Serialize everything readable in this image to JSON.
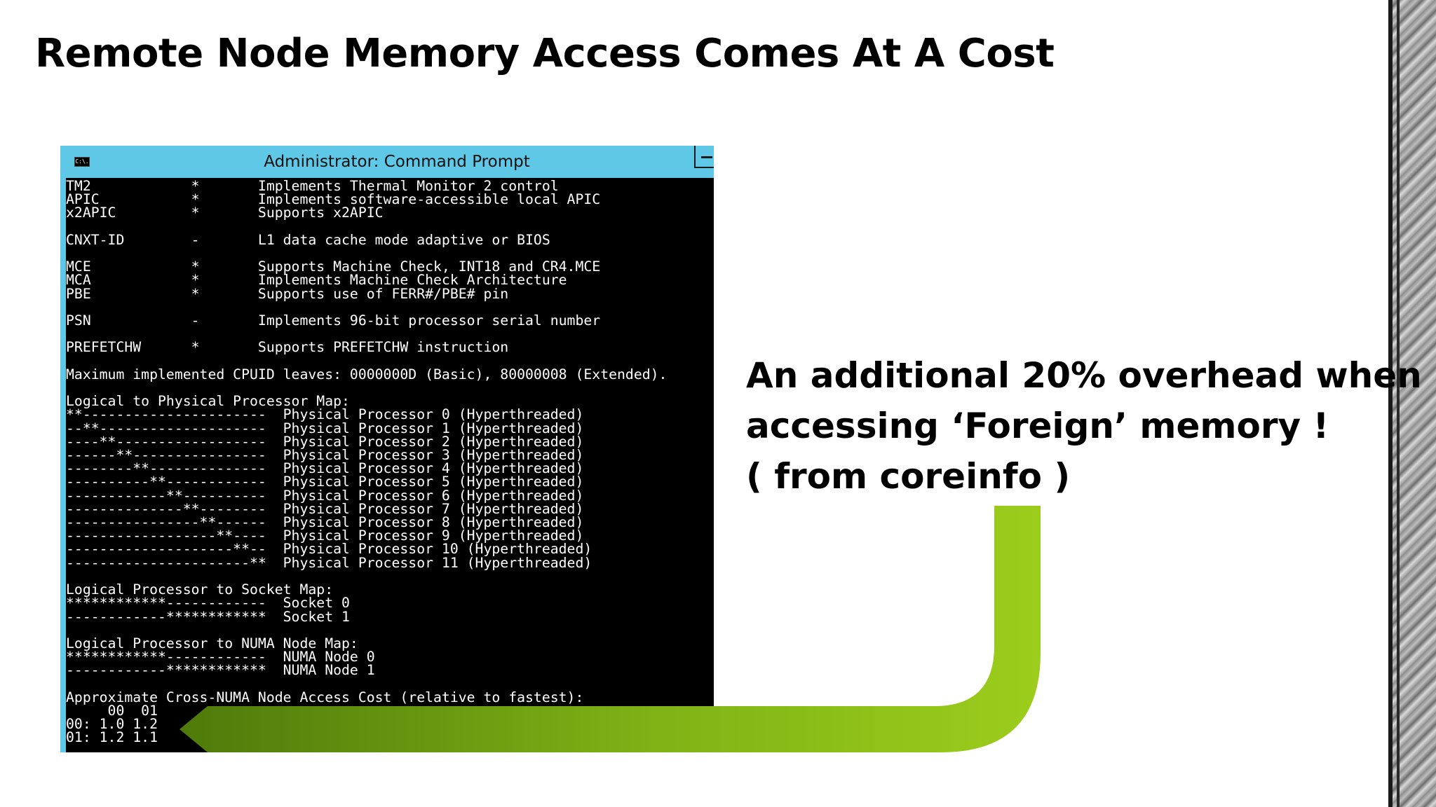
{
  "slide": {
    "title": "Remote Node Memory Access Comes At A Cost"
  },
  "window": {
    "icon_text": "C:\\.",
    "title": "Administrator: Command Prompt"
  },
  "console_lines": [
    "TM2            *       Implements Thermal Monitor 2 control",
    "APIC           *       Implements software-accessible local APIC",
    "x2APIC         *       Supports x2APIC",
    "",
    "CNXT-ID        -       L1 data cache mode adaptive or BIOS",
    "",
    "MCE            *       Supports Machine Check, INT18 and CR4.MCE",
    "MCA            *       Implements Machine Check Architecture",
    "PBE            *       Supports use of FERR#/PBE# pin",
    "",
    "PSN            -       Implements 96-bit processor serial number",
    "",
    "PREFETCHW      *       Supports PREFETCHW instruction",
    "",
    "Maximum implemented CPUID leaves: 0000000D (Basic), 80000008 (Extended).",
    "",
    "Logical to Physical Processor Map:",
    "**----------------------  Physical Processor 0 (Hyperthreaded)",
    "--**--------------------  Physical Processor 1 (Hyperthreaded)",
    "----**------------------  Physical Processor 2 (Hyperthreaded)",
    "------**----------------  Physical Processor 3 (Hyperthreaded)",
    "--------**--------------  Physical Processor 4 (Hyperthreaded)",
    "----------**------------  Physical Processor 5 (Hyperthreaded)",
    "------------**----------  Physical Processor 6 (Hyperthreaded)",
    "--------------**--------  Physical Processor 7 (Hyperthreaded)",
    "----------------**------  Physical Processor 8 (Hyperthreaded)",
    "------------------**----  Physical Processor 9 (Hyperthreaded)",
    "--------------------**--  Physical Processor 10 (Hyperthreaded)",
    "----------------------**  Physical Processor 11 (Hyperthreaded)",
    "",
    "Logical Processor to Socket Map:",
    "************------------  Socket 0",
    "------------************  Socket 1",
    "",
    "Logical Processor to NUMA Node Map:",
    "************------------  NUMA Node 0",
    "------------************  NUMA Node 1",
    "",
    "Approximate Cross-NUMA Node Access Cost (relative to fastest):",
    "     00  01",
    "00: 1.0 1.2",
    "01: 1.2 1.1"
  ],
  "callout": {
    "line1": "An additional 20% overhead when",
    "line2": "accessing ‘Foreign’ memory !",
    "line3": "( from coreinfo )"
  },
  "colors": {
    "titlebar": "#5fc8e6",
    "console_bg": "#000000",
    "console_text": "#ffffff",
    "arrow_light": "#9ccd1c",
    "arrow_dark": "#4e7a0a"
  }
}
